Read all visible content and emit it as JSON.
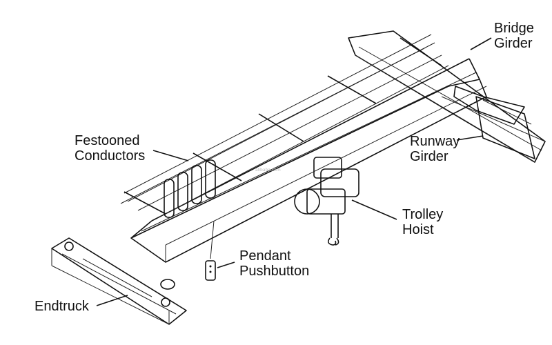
{
  "labels": {
    "bridge_girder": [
      "Bridge",
      "Girder"
    ],
    "runway_girder": [
      "Runway",
      "Girder"
    ],
    "festooned_conductors": [
      "Festooned",
      "Conductors"
    ],
    "trolley_hoist": [
      "Trolley",
      "Hoist"
    ],
    "pendant_pushbutton": [
      "Pendant",
      "Pushbutton"
    ],
    "endtruck": "Endtruck"
  }
}
